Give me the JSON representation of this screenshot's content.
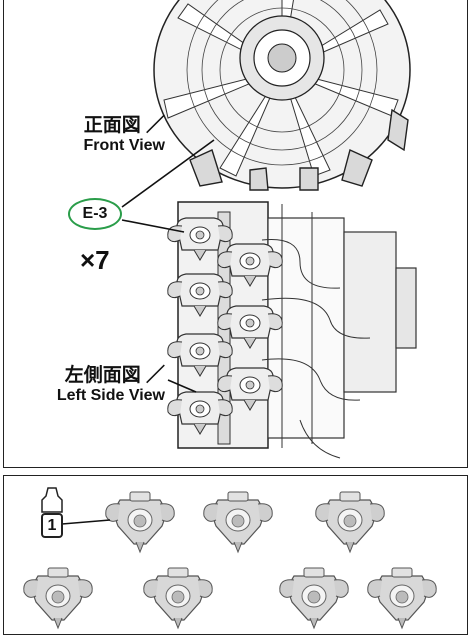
{
  "top_panel": {
    "front_view": {
      "jp": "正面図 ／",
      "en": "Front View"
    },
    "left_side_view": {
      "jp": "左側面図 ／",
      "en": "Left Side View"
    },
    "part_callout": "E-3",
    "quantity": "×7"
  },
  "bottom_panel": {
    "paint_number": "1",
    "part_count": 7
  },
  "colors": {
    "callout_ring": "#2a9d4a",
    "line": "#222222"
  },
  "icons": [
    "engine-front-illustration",
    "engine-side-illustration",
    "paint-bottle-icon",
    "part-photo"
  ]
}
